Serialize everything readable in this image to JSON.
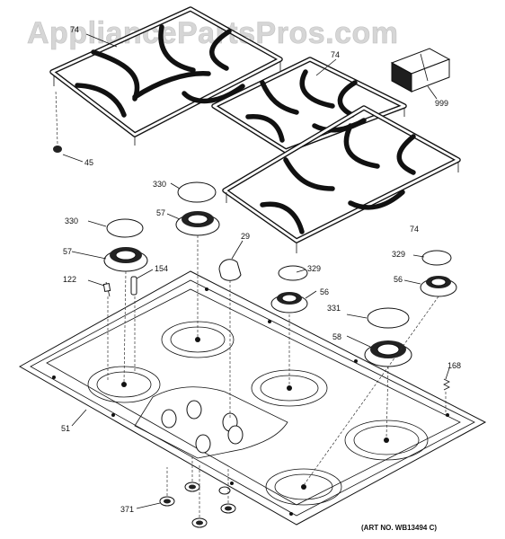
{
  "watermark": "AppliancePartsPros.com",
  "art_number": "(ART NO. WB13494 C)",
  "callouts": {
    "grate_left": "74",
    "grate_top_right": "74",
    "grate_right": "74",
    "box": "999",
    "foot": "45",
    "cap_large_left": "330",
    "cap_large_top": "330",
    "head_left": "57",
    "head_top": "57",
    "knob": "29",
    "cap_small_center": "329",
    "cap_small_right": "329",
    "head_small_center": "56",
    "head_small_right": "56",
    "cap_large_right": "331",
    "head_large_right": "58",
    "screw": "122",
    "pin": "154",
    "spring": "168",
    "cooktop": "51",
    "grommet": "371"
  }
}
